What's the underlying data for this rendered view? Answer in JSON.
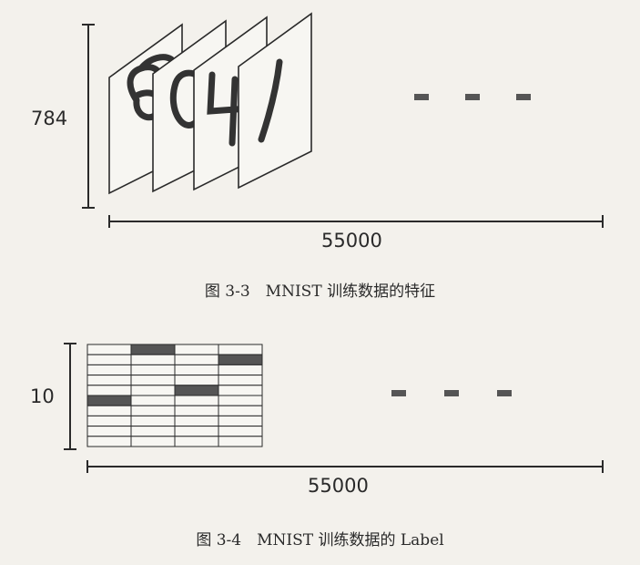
{
  "figure1": {
    "height_label": "784",
    "width_label": "55000",
    "caption": "图 3-3　MNIST 训练数据的特征",
    "digits": [
      "5",
      "0",
      "4",
      "1"
    ]
  },
  "figure2": {
    "height_label": "10",
    "width_label": "55000",
    "caption": "图 3-4　MNIST 训练数据的 Label",
    "one_hot": [
      5,
      0,
      4,
      1
    ],
    "rows": 10,
    "columns_shown": 4
  },
  "colors": {
    "ink": "#2a2a2a",
    "paper": "#f3f1ec",
    "fill": "#555555"
  }
}
